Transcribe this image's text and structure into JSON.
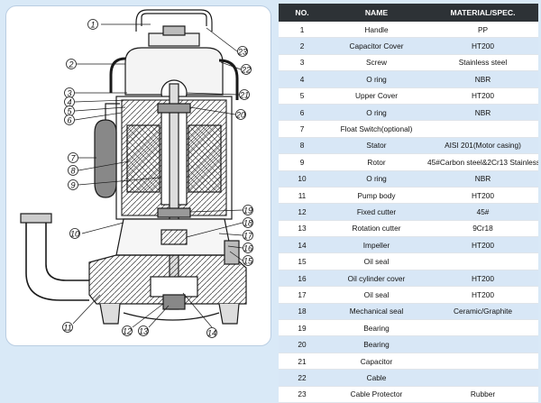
{
  "table": {
    "headers": {
      "no": "NO.",
      "name": "NAME",
      "material": "MATERIAL/SPEC."
    },
    "rows": [
      {
        "no": "1",
        "name": "Handle",
        "material": "PP"
      },
      {
        "no": "2",
        "name": "Capacitor Cover",
        "material": "HT200"
      },
      {
        "no": "3",
        "name": "Screw",
        "material": "Stainless steel"
      },
      {
        "no": "4",
        "name": "O ring",
        "material": "NBR"
      },
      {
        "no": "5",
        "name": "Upper Cover",
        "material": "HT200"
      },
      {
        "no": "6",
        "name": "O ring",
        "material": "NBR"
      },
      {
        "no": "7",
        "name": "Float Switch(optional)",
        "material": ""
      },
      {
        "no": "8",
        "name": "Stator",
        "material": "AISI 201(Motor casing)"
      },
      {
        "no": "9",
        "name": "Rotor",
        "material": "45#Carbon steel&2Cr13 Stainless"
      },
      {
        "no": "10",
        "name": "O ring",
        "material": "NBR"
      },
      {
        "no": "11",
        "name": "Pump body",
        "material": "HT200"
      },
      {
        "no": "12",
        "name": "Fixed cutter",
        "material": "45#"
      },
      {
        "no": "13",
        "name": "Rotation cutter",
        "material": "9Cr18"
      },
      {
        "no": "14",
        "name": "Impeller",
        "material": "HT200"
      },
      {
        "no": "15",
        "name": "Oil seal",
        "material": ""
      },
      {
        "no": "16",
        "name": "Oil cylinder cover",
        "material": "HT200"
      },
      {
        "no": "17",
        "name": "Oil seal",
        "material": "HT200"
      },
      {
        "no": "18",
        "name": "Mechanical seal",
        "material": "Ceramic/Graphite"
      },
      {
        "no": "19",
        "name": "Bearing",
        "material": ""
      },
      {
        "no": "20",
        "name": "Bearing",
        "material": ""
      },
      {
        "no": "21",
        "name": "Capacitor",
        "material": ""
      },
      {
        "no": "22",
        "name": "Cable",
        "material": ""
      },
      {
        "no": "23",
        "name": "Cable Protector",
        "material": "Rubber"
      }
    ]
  },
  "callouts": [
    "1",
    "2",
    "3",
    "4",
    "5",
    "6",
    "7",
    "8",
    "9",
    "10",
    "11",
    "12",
    "13",
    "14",
    "15",
    "16",
    "17",
    "18",
    "19",
    "20",
    "21",
    "22",
    "23"
  ],
  "colors": {
    "header_bg": "#2d3236",
    "row_alt": "#d8e7f6",
    "page_bg": "#d9e9f7",
    "line": "#1a1a1a"
  }
}
